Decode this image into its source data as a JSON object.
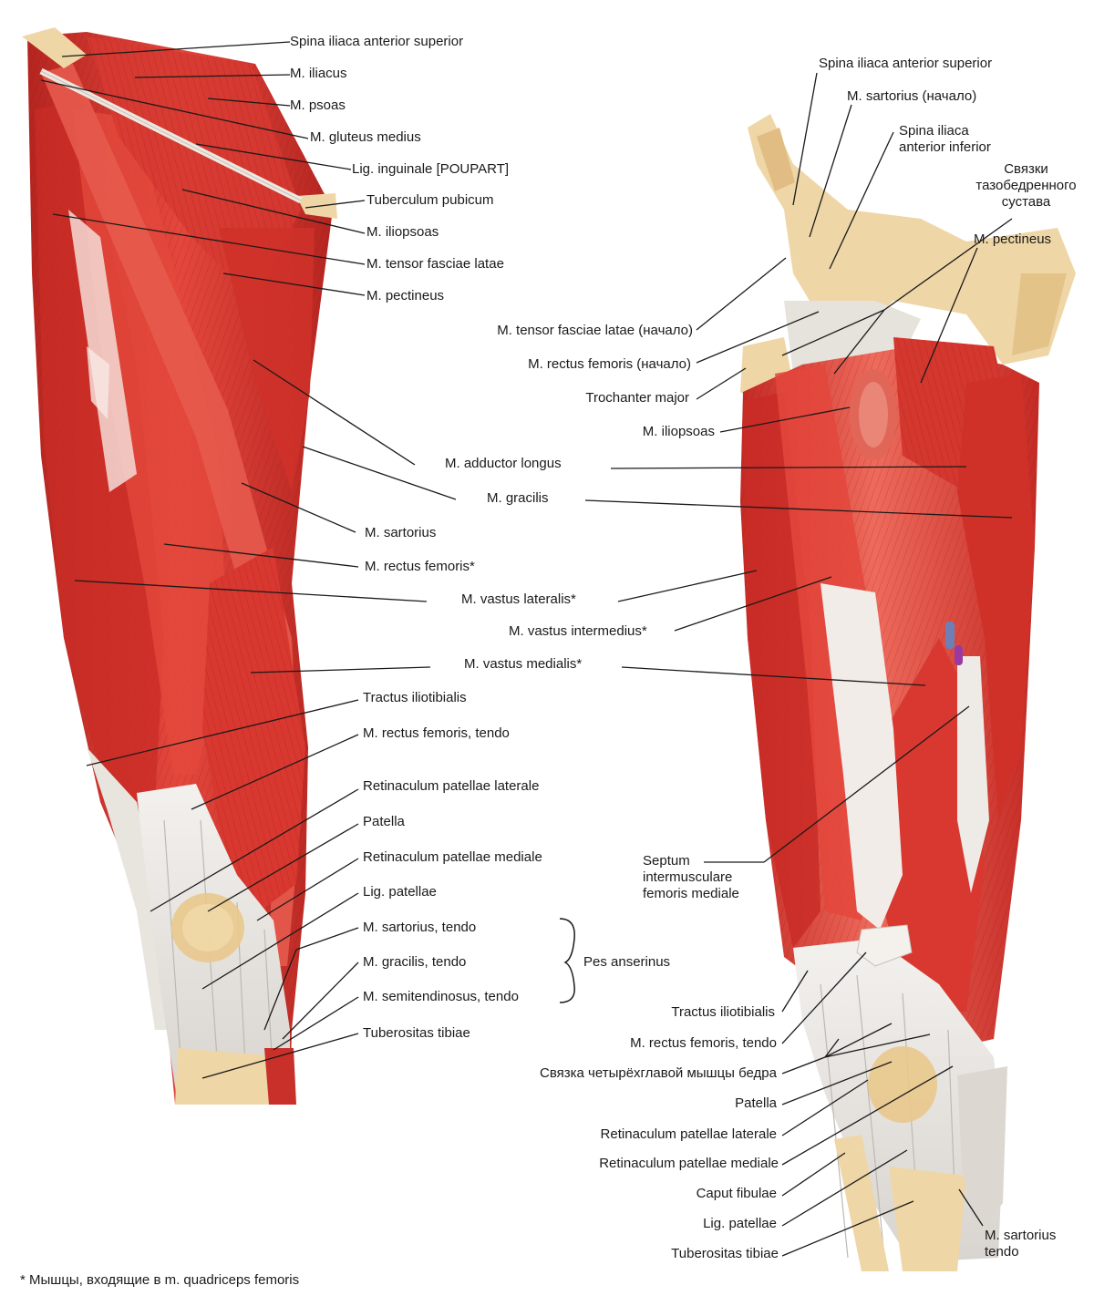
{
  "labels": [
    {
      "text": "Spina iliaca anterior superior"
    },
    {
      "text": "M. iliacus"
    },
    {
      "text": "M. psoas"
    },
    {
      "text": "M. gluteus medius"
    },
    {
      "text": "Lig. inguinale [POUPART]"
    },
    {
      "text": "Tuberculum pubicum"
    },
    {
      "text": "M. iliopsoas"
    },
    {
      "text": "M. tensor fasciae latae"
    },
    {
      "text": "M. pectineus"
    },
    {
      "text": "M. sartorius"
    },
    {
      "text": "M. rectus femoris*"
    },
    {
      "text": "Tractus iliotibialis"
    },
    {
      "text": "M. rectus femoris, tendo"
    },
    {
      "text": "Retinaculum patellae laterale"
    },
    {
      "text": "Patella"
    },
    {
      "text": "Retinaculum patellae mediale"
    },
    {
      "text": "Lig. patellae"
    },
    {
      "text": "M. sartorius, tendo"
    },
    {
      "text": "M. gracilis, tendo"
    },
    {
      "text": "M. semitendinosus, tendo"
    },
    {
      "text": "Tuberositas tibiae"
    },
    {
      "text": "M. adductor longus"
    },
    {
      "text": "M. gracilis"
    },
    {
      "text": "M. vastus lateralis*"
    },
    {
      "text": "M. vastus intermedius*"
    },
    {
      "text": "M. vastus medialis*"
    },
    {
      "text": "Pes anserinus"
    },
    {
      "text": "Spina iliaca anterior superior"
    },
    {
      "text": "M. sartorius (начало)"
    },
    {
      "text": "Spina iliaca anterior inferior"
    },
    {
      "text": "Связки тазобедренного сустава"
    },
    {
      "text": "M. pectineus"
    },
    {
      "text": "M. tensor fasciae latae (начало)"
    },
    {
      "text": "M. rectus femoris (начало)"
    },
    {
      "text": "Trochanter major"
    },
    {
      "text": "M. iliopsoas"
    },
    {
      "text": "Septum intermusculare femoris mediale"
    },
    {
      "text": "Tractus iliotibialis"
    },
    {
      "text": "M. rectus femoris, tendo"
    },
    {
      "text": "Связка четырёхглавой мышцы бедра"
    },
    {
      "text": "Patella"
    },
    {
      "text": "Retinaculum patellae laterale"
    },
    {
      "text": "Retinaculum patellae mediale"
    },
    {
      "text": "Caput fibulae"
    },
    {
      "text": "Lig. patellae"
    },
    {
      "text": "Tuberositas tibiae"
    },
    {
      "text": "M. sartorius tendo"
    }
  ],
  "footnote": "* Мышцы, входящие в m. quadriceps femoris",
  "colors": {
    "muscle": "#d9332d",
    "muscle_dark": "#a81e1a",
    "muscle_light": "#ef7a6a",
    "tendon": "#e9e6e1",
    "bone": "#efd6a6",
    "bone_dark": "#d9b87e",
    "line": "#1a1a1a"
  }
}
